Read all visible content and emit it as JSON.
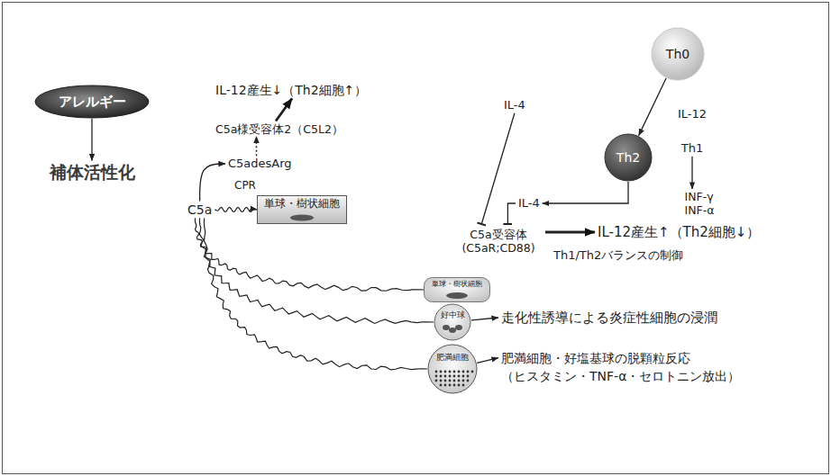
{
  "diagram": {
    "nodes": [
      {
        "text": [
          "アレルギー"
        ]
      },
      {
        "text": [
          "補体活性化"
        ]
      },
      {
        "text": [
          "IL-12産生↓（Th2細胞↑）"
        ]
      },
      {
        "text": [
          "C5a様受容体2（C5L2）"
        ]
      },
      {
        "text": [
          "C5adesArg"
        ]
      },
      {
        "text": [
          "C5a"
        ]
      },
      {
        "text": [
          "単球・樹状細胞"
        ]
      },
      {
        "text": [
          "Th0"
        ]
      },
      {
        "text": [
          "IL-4"
        ]
      },
      {
        "text": [
          "Th2"
        ]
      },
      {
        "text": [
          "IL-4"
        ]
      },
      {
        "text": [
          "C5a受容体 (C5aR;CD88)"
        ]
      },
      {
        "text": [
          "IL-12"
        ]
      },
      {
        "text": [
          "Th1"
        ]
      },
      {
        "text": [
          "INF-γ",
          "INF-α"
        ]
      },
      {
        "text": [
          "IL-12産生↑（Th2細胞↓）"
        ]
      },
      {
        "text": [
          "単球・樹状細胞"
        ]
      },
      {
        "text": [
          "好中球"
        ]
      },
      {
        "text": [
          "肥満細胞"
        ]
      },
      {
        "text": [
          "走化性誘導による炎症性細胞の浸潤"
        ]
      },
      {
        "text": [
          "肥満細胞・好塩基球の脱顆粒反応",
          "（ヒスタミン・TNF-α・セロトニン放出）"
        ]
      }
    ],
    "edges": [
      {
        "from": 0,
        "to": 1,
        "arrow": "to"
      },
      {
        "from": 4,
        "to": 3,
        "arrow": "to"
      },
      {
        "from": 3,
        "to": 2,
        "arrow": "to"
      },
      {
        "from": 5,
        "to": 4,
        "arrow": "to"
      },
      {
        "from": 5,
        "to": 6,
        "arrow": "to"
      },
      {
        "from": 7,
        "to": 9,
        "arrow": "to"
      },
      {
        "from": 8,
        "to": 11,
        "arrow": "to"
      },
      {
        "from": 9,
        "to": 10,
        "arrow": "to"
      },
      {
        "from": 10,
        "to": 11,
        "arrow": "to"
      },
      {
        "from": 13,
        "to": 14,
        "arrow": "to"
      },
      {
        "from": 11,
        "to": 15,
        "arrow": "to"
      },
      {
        "from": 5,
        "to": 16,
        "arrow": "none"
      },
      {
        "from": 5,
        "to": 17,
        "arrow": "none"
      },
      {
        "from": 5,
        "to": 18,
        "arrow": "none"
      },
      {
        "from": 17,
        "to": 19,
        "arrow": "to"
      },
      {
        "from": 18,
        "to": 20,
        "arrow": "to"
      }
    ],
    "labels": [
      "CPR",
      "Th1/Th2バランスの制御"
    ]
  }
}
